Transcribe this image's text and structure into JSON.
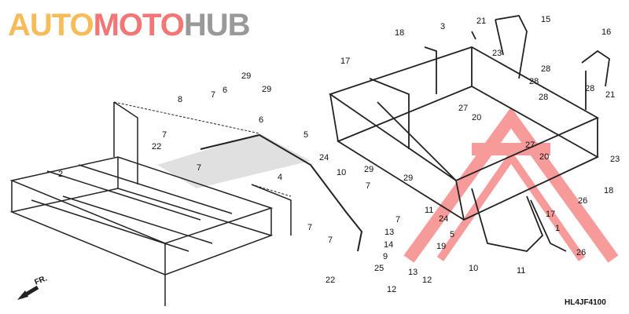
{
  "diagram": {
    "part_labels": [
      "1",
      "2",
      "3",
      "4",
      "5",
      "6",
      "7",
      "8",
      "9",
      "10",
      "11",
      "12",
      "13",
      "14",
      "15",
      "16",
      "17",
      "18",
      "19",
      "20",
      "21",
      "22",
      "23",
      "24",
      "25",
      "26",
      "27",
      "28",
      "29"
    ],
    "front_indicator": "FR.",
    "diagram_code": "HL4JF4100",
    "watermark": {
      "part1": "AUTO",
      "part2": "MOTO",
      "part3": "HUB"
    },
    "colors": {
      "line": "#222222",
      "watermark_red": "#f04848",
      "watermark_orange": "#f5a623",
      "watermark_gray": "#777777"
    }
  }
}
